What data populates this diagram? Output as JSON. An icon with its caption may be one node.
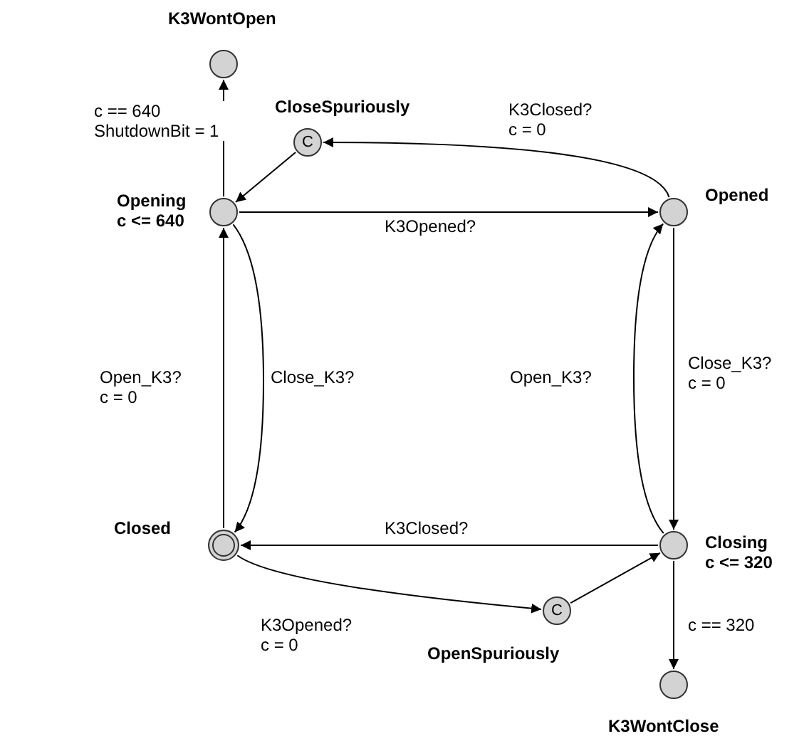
{
  "diagram": {
    "nodes": [
      {
        "text": [],
        "shape": "circle",
        "beside": [
          "K3WontOpen"
        ]
      },
      {
        "text": [
          "C"
        ],
        "beside": [
          "CloseSpuriously"
        ]
      },
      {
        "text": [],
        "shape": "circle",
        "beside": [
          "Opening",
          "c <= 640"
        ]
      },
      {
        "text": [],
        "shape": "circle",
        "beside": [
          "Opened"
        ]
      },
      {
        "text": [],
        "shape": "circle",
        "beside": [
          "Closed"
        ]
      },
      {
        "text": [
          "C"
        ],
        "beside": [
          "OpenSpuriously"
        ]
      },
      {
        "text": [],
        "shape": "circle",
        "beside": [
          "Closing",
          "c <= 320"
        ]
      },
      {
        "text": [],
        "shape": "circle",
        "beside": [
          "K3WontClose"
        ]
      }
    ],
    "edges": [
      {
        "from": 2,
        "to": 0,
        "arrow": "to",
        "label": "c == 640 ShutdownBit = 1"
      },
      {
        "from": 3,
        "to": 1,
        "arrow": "to",
        "label": "K3Closed? c = 0"
      },
      {
        "from": 1,
        "to": 2,
        "arrow": "to"
      },
      {
        "from": 2,
        "to": 3,
        "arrow": "to",
        "label": "K3Opened?"
      },
      {
        "from": 4,
        "to": 2,
        "arrow": "to",
        "label": "Open_K3? c = 0"
      },
      {
        "from": 2,
        "to": 4,
        "arrow": "to",
        "label": "Close_K3?"
      },
      {
        "from": 3,
        "to": 6,
        "arrow": "to",
        "label": "Close_K3? c = 0"
      },
      {
        "from": 6,
        "to": 3,
        "arrow": "to",
        "label": "Open_K3?"
      },
      {
        "from": 6,
        "to": 4,
        "arrow": "to",
        "label": "K3Closed?"
      },
      {
        "from": 4,
        "to": 5,
        "arrow": "to",
        "label": "K3Opened? c = 0"
      },
      {
        "from": 5,
        "to": 6,
        "arrow": "to"
      },
      {
        "from": 6,
        "to": 7,
        "arrow": "to",
        "label": "c == 320"
      }
    ]
  }
}
